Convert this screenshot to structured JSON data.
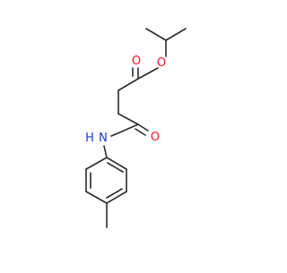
{
  "molecule": {
    "atom_labels": {
      "ester_carbonyl_O": "O",
      "ester_ether_O": "O",
      "amide_carbonyl_O": "O",
      "amide_N": "N",
      "amide_H": "H"
    },
    "colors": {
      "bond": "#2b2b2b",
      "oxygen": "#e8191a",
      "nitrogen": "#1f35d6"
    }
  }
}
